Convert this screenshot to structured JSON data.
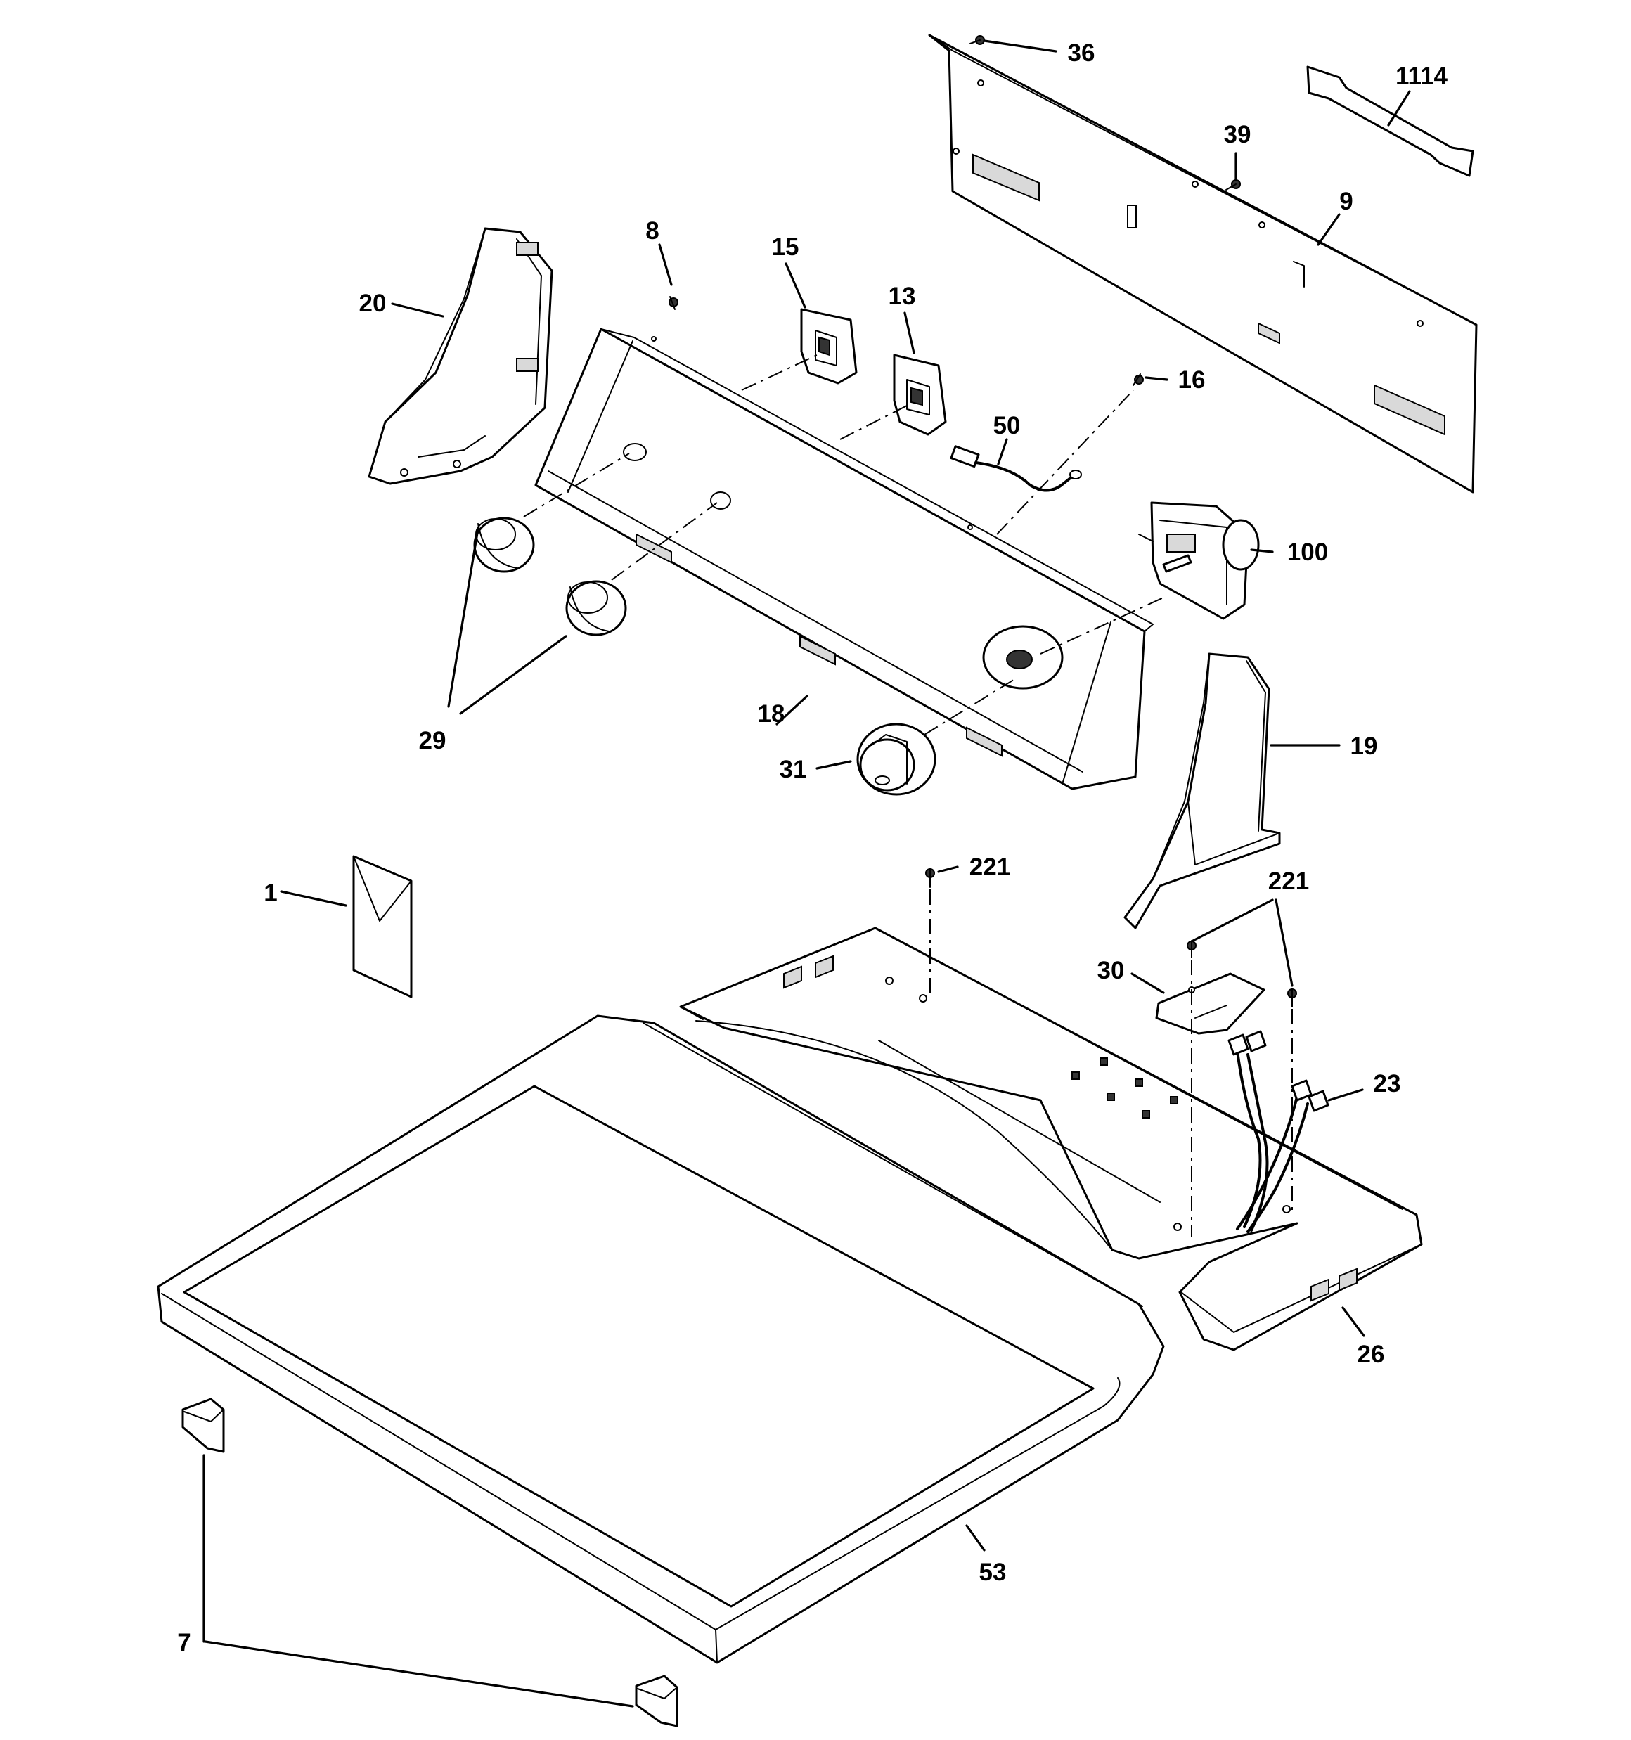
{
  "callouts": {
    "c1114": "1114",
    "c36": "36",
    "c39": "39",
    "c9": "9",
    "c8": "8",
    "c15": "15",
    "c13": "13",
    "c20": "20",
    "c16": "16",
    "c50": "50",
    "c100": "100",
    "c18": "18",
    "c29": "29",
    "c31": "31",
    "c19": "19",
    "c221a": "221",
    "c221b": "221",
    "c1": "1",
    "c30": "30",
    "c23": "23",
    "c26": "26",
    "c53": "53",
    "c7": "7"
  }
}
